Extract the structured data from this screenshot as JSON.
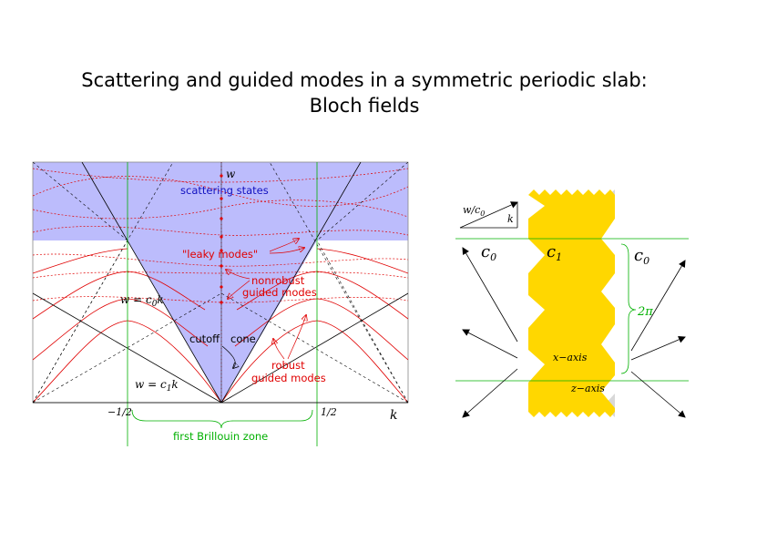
{
  "title": {
    "line1": "Scattering and guided modes in a symmetric periodic slab:",
    "line2": "Bloch fields"
  },
  "left_diagram": {
    "axis_w": "w",
    "axis_k": "k",
    "tick_neg_half": "−1/2",
    "tick_pos_half": "1/2",
    "scattering_states": "scattering states",
    "leaky_modes": "\"leaky modes\"",
    "nonrobust_line1": "nonrobust",
    "nonrobust_line2": "guided modes",
    "cutoff": "cutoff",
    "cone": "cone",
    "robust_line1": "robust",
    "robust_line2": "guided modes",
    "line_c0": "w = c",
    "line_c0_sub": "0",
    "line_c0_k": "k",
    "line_c1": "w = c",
    "line_c1_sub": "1",
    "line_c1_k": "k",
    "brillouin": "first Brillouin zone"
  },
  "right_diagram": {
    "wc0_w": "w/c",
    "wc0_sub": "0",
    "k_label": "k",
    "c0_left": "c",
    "c0_left_sub": "0",
    "c1": "c",
    "c1_sub": "1",
    "c0_right": "c",
    "c0_right_sub": "0",
    "period": "2π",
    "x_axis": "x−axis",
    "z_axis": "z−axis"
  },
  "colors": {
    "cone_fill": "#bcbcfc",
    "guided_red": "#e00000",
    "label_blue": "#1010c0",
    "green": "#00b000",
    "slab_yellow": "#ffd700",
    "tip_gray": "#d8d8d8"
  }
}
